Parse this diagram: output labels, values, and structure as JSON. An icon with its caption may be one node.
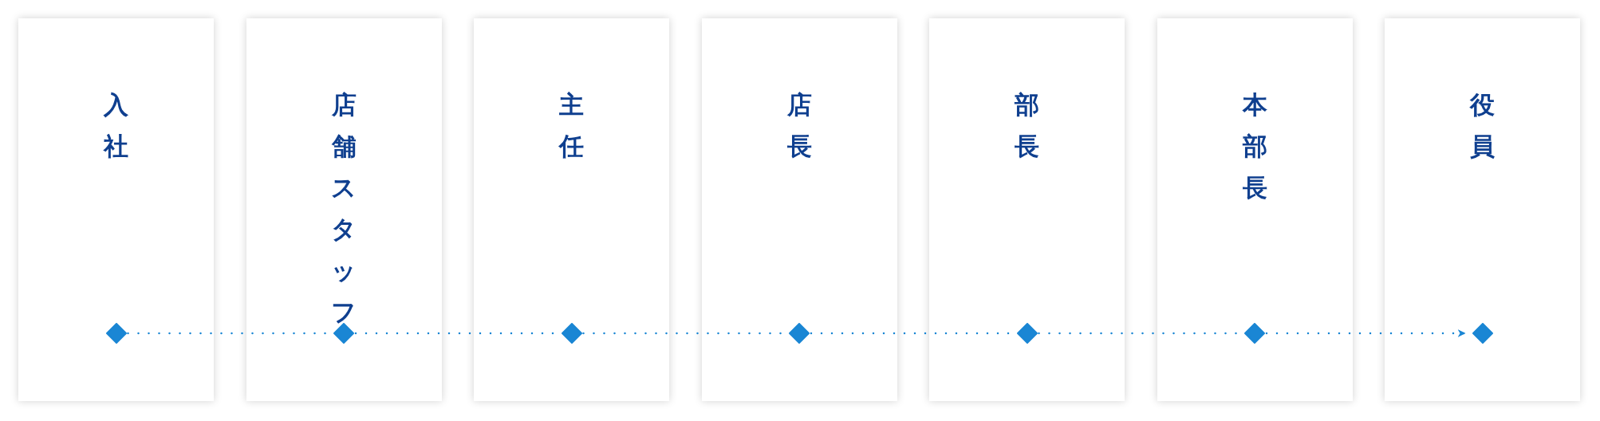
{
  "diagram": {
    "nodes": [
      {
        "text": [
          "入社"
        ]
      },
      {
        "text": [
          "店舗スタッフ"
        ]
      },
      {
        "text": [
          "主任"
        ]
      },
      {
        "text": [
          "店長"
        ]
      },
      {
        "text": [
          "部長"
        ]
      },
      {
        "text": [
          "本部長"
        ]
      },
      {
        "text": [
          "役員"
        ]
      },
      {
        "text": [],
        "shape": "diamond",
        "in": 0
      },
      {
        "text": [],
        "shape": "diamond",
        "in": 1
      },
      {
        "text": [],
        "shape": "diamond",
        "in": 2
      },
      {
        "text": [],
        "shape": "diamond",
        "in": 3
      },
      {
        "text": [],
        "shape": "diamond",
        "in": 4
      },
      {
        "text": [],
        "shape": "diamond",
        "in": 5
      },
      {
        "text": [],
        "shape": "diamond",
        "in": 6
      }
    ],
    "edges": [
      {
        "from": 7,
        "to": 8,
        "arrow": "none",
        "style": "dashed"
      },
      {
        "from": 8,
        "to": 9,
        "arrow": "none",
        "style": "dashed"
      },
      {
        "from": 9,
        "to": 10,
        "arrow": "none",
        "style": "dashed"
      },
      {
        "from": 10,
        "to": 11,
        "arrow": "none",
        "style": "dashed"
      },
      {
        "from": 11,
        "to": 12,
        "arrow": "none",
        "style": "dashed"
      },
      {
        "from": 12,
        "to": 13,
        "arrow": "to",
        "style": "dashed"
      }
    ]
  }
}
